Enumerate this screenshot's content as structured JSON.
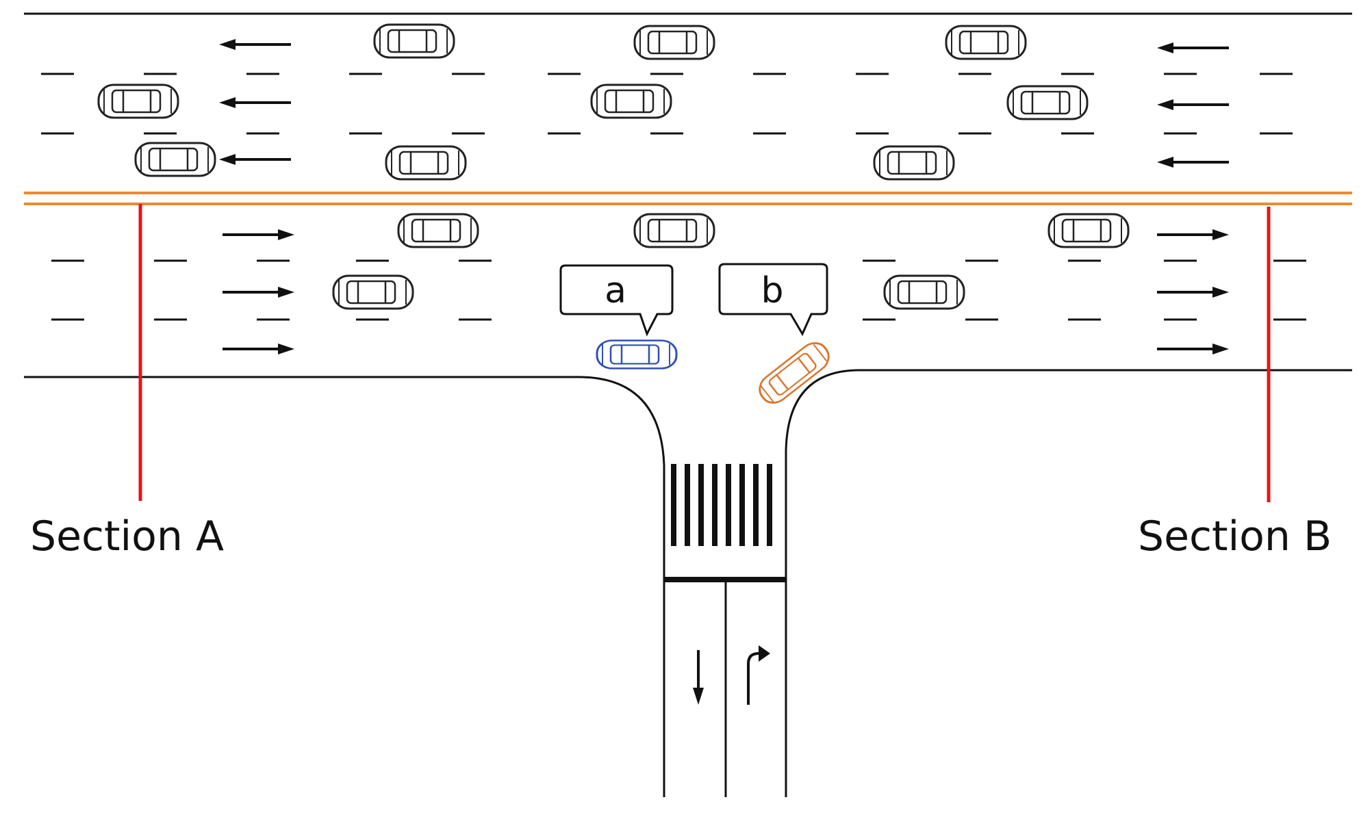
{
  "labels": {
    "section_a": "Section A",
    "section_b": "Section B",
    "bubble_a": "a",
    "bubble_b": "b"
  },
  "colors": {
    "road_edge": "#111111",
    "median": "#f08a2c",
    "section_marker": "#e8141a",
    "vehicle_a": "#2f4fb3",
    "vehicle_b": "#d9742a",
    "vehicle_default": "#222222"
  },
  "icons": {
    "left_arrow": "arrow-left-icon",
    "right_arrow": "arrow-right-icon",
    "down_arrow": "arrow-down-icon",
    "turn_right_arrow": "turn-right-arrow-icon",
    "car": "car-icon"
  }
}
